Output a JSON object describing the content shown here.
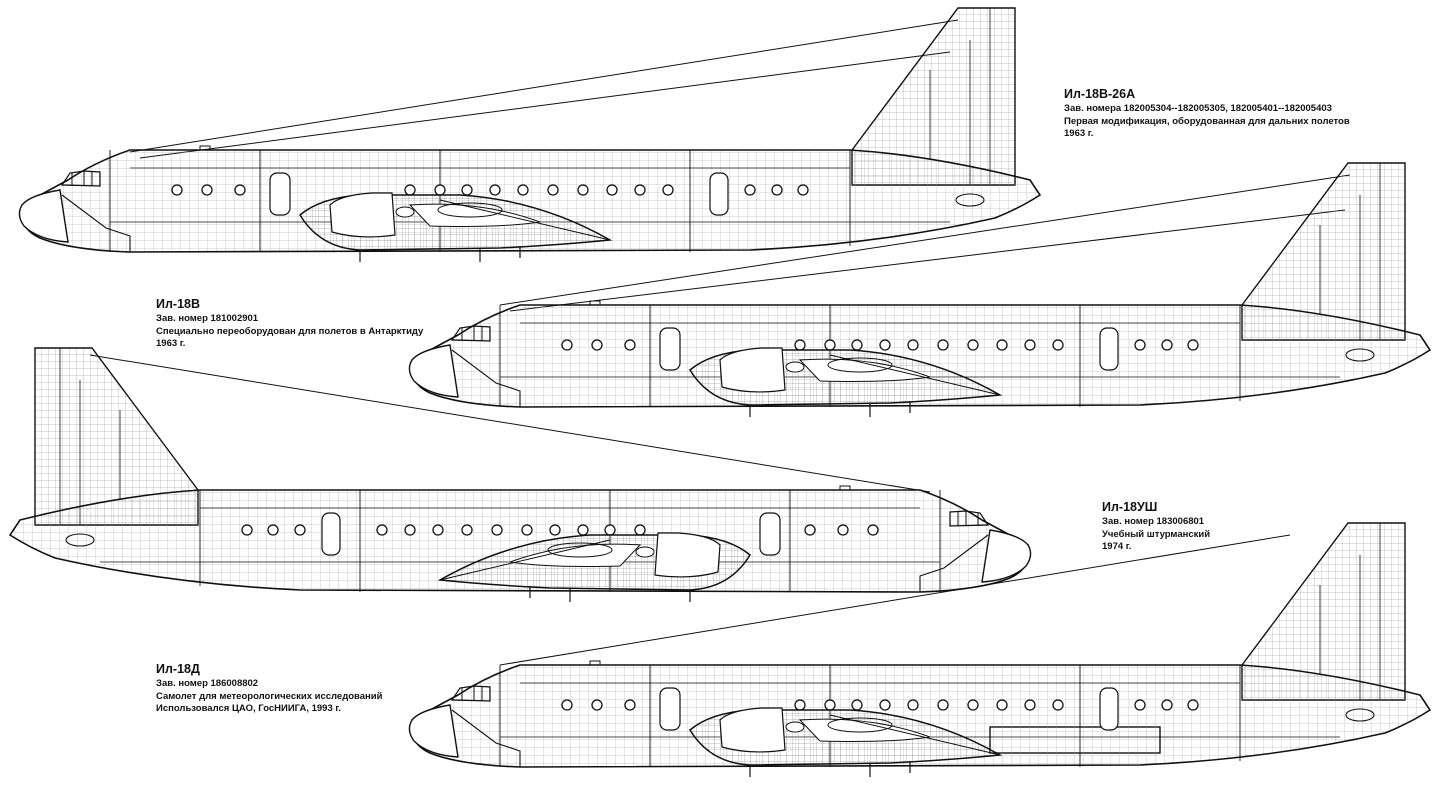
{
  "captions": [
    {
      "title": "Ил-18В-26А",
      "lines": [
        "Зав. номера 182005304--182005305, 182005401--182005403",
        "Первая модификация, оборудованная для дальних полетов",
        "1963 г."
      ]
    },
    {
      "title": "Ил-18В",
      "lines": [
        "Зав. номер 181002901",
        "Специально переоборудован для полетов в Антарктиду",
        "1963 г."
      ]
    },
    {
      "title": "Ил-18УШ",
      "lines": [
        "Зав. номер 183006801",
        "Учебный штурманский",
        "1974 г."
      ]
    },
    {
      "title": "Ил-18Д",
      "lines": [
        "Зав. номер 186008802",
        "Самолет для метеорологических исследований",
        "Использовался ЦАО, ГосНИИГА, 1993 г."
      ]
    }
  ],
  "colors": {
    "ink": "#111111",
    "background": "#ffffff"
  }
}
